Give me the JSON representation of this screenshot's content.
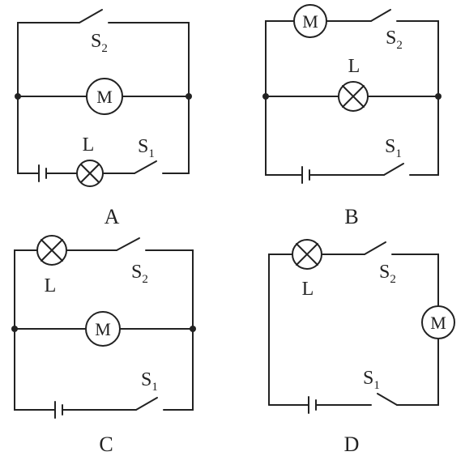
{
  "diagrams": [
    {
      "panel_label": "A",
      "motor_label": "M",
      "lamp_label": "L",
      "switch_top": {
        "base": "S",
        "sub": "2"
      },
      "switch_bottom": {
        "base": "S",
        "sub": "1"
      }
    },
    {
      "panel_label": "B",
      "motor_label": "M",
      "lamp_label": "L",
      "switch_top": {
        "base": "S",
        "sub": "2"
      },
      "switch_bottom": {
        "base": "S",
        "sub": "1"
      }
    },
    {
      "panel_label": "C",
      "motor_label": "M",
      "lamp_label": "L",
      "switch_top": {
        "base": "S",
        "sub": "2"
      },
      "switch_bottom": {
        "base": "S",
        "sub": "1"
      }
    },
    {
      "panel_label": "D",
      "motor_label": "M",
      "lamp_label": "L",
      "switch_top": {
        "base": "S",
        "sub": "2"
      },
      "switch_bottom": {
        "base": "S",
        "sub": "1"
      }
    }
  ]
}
